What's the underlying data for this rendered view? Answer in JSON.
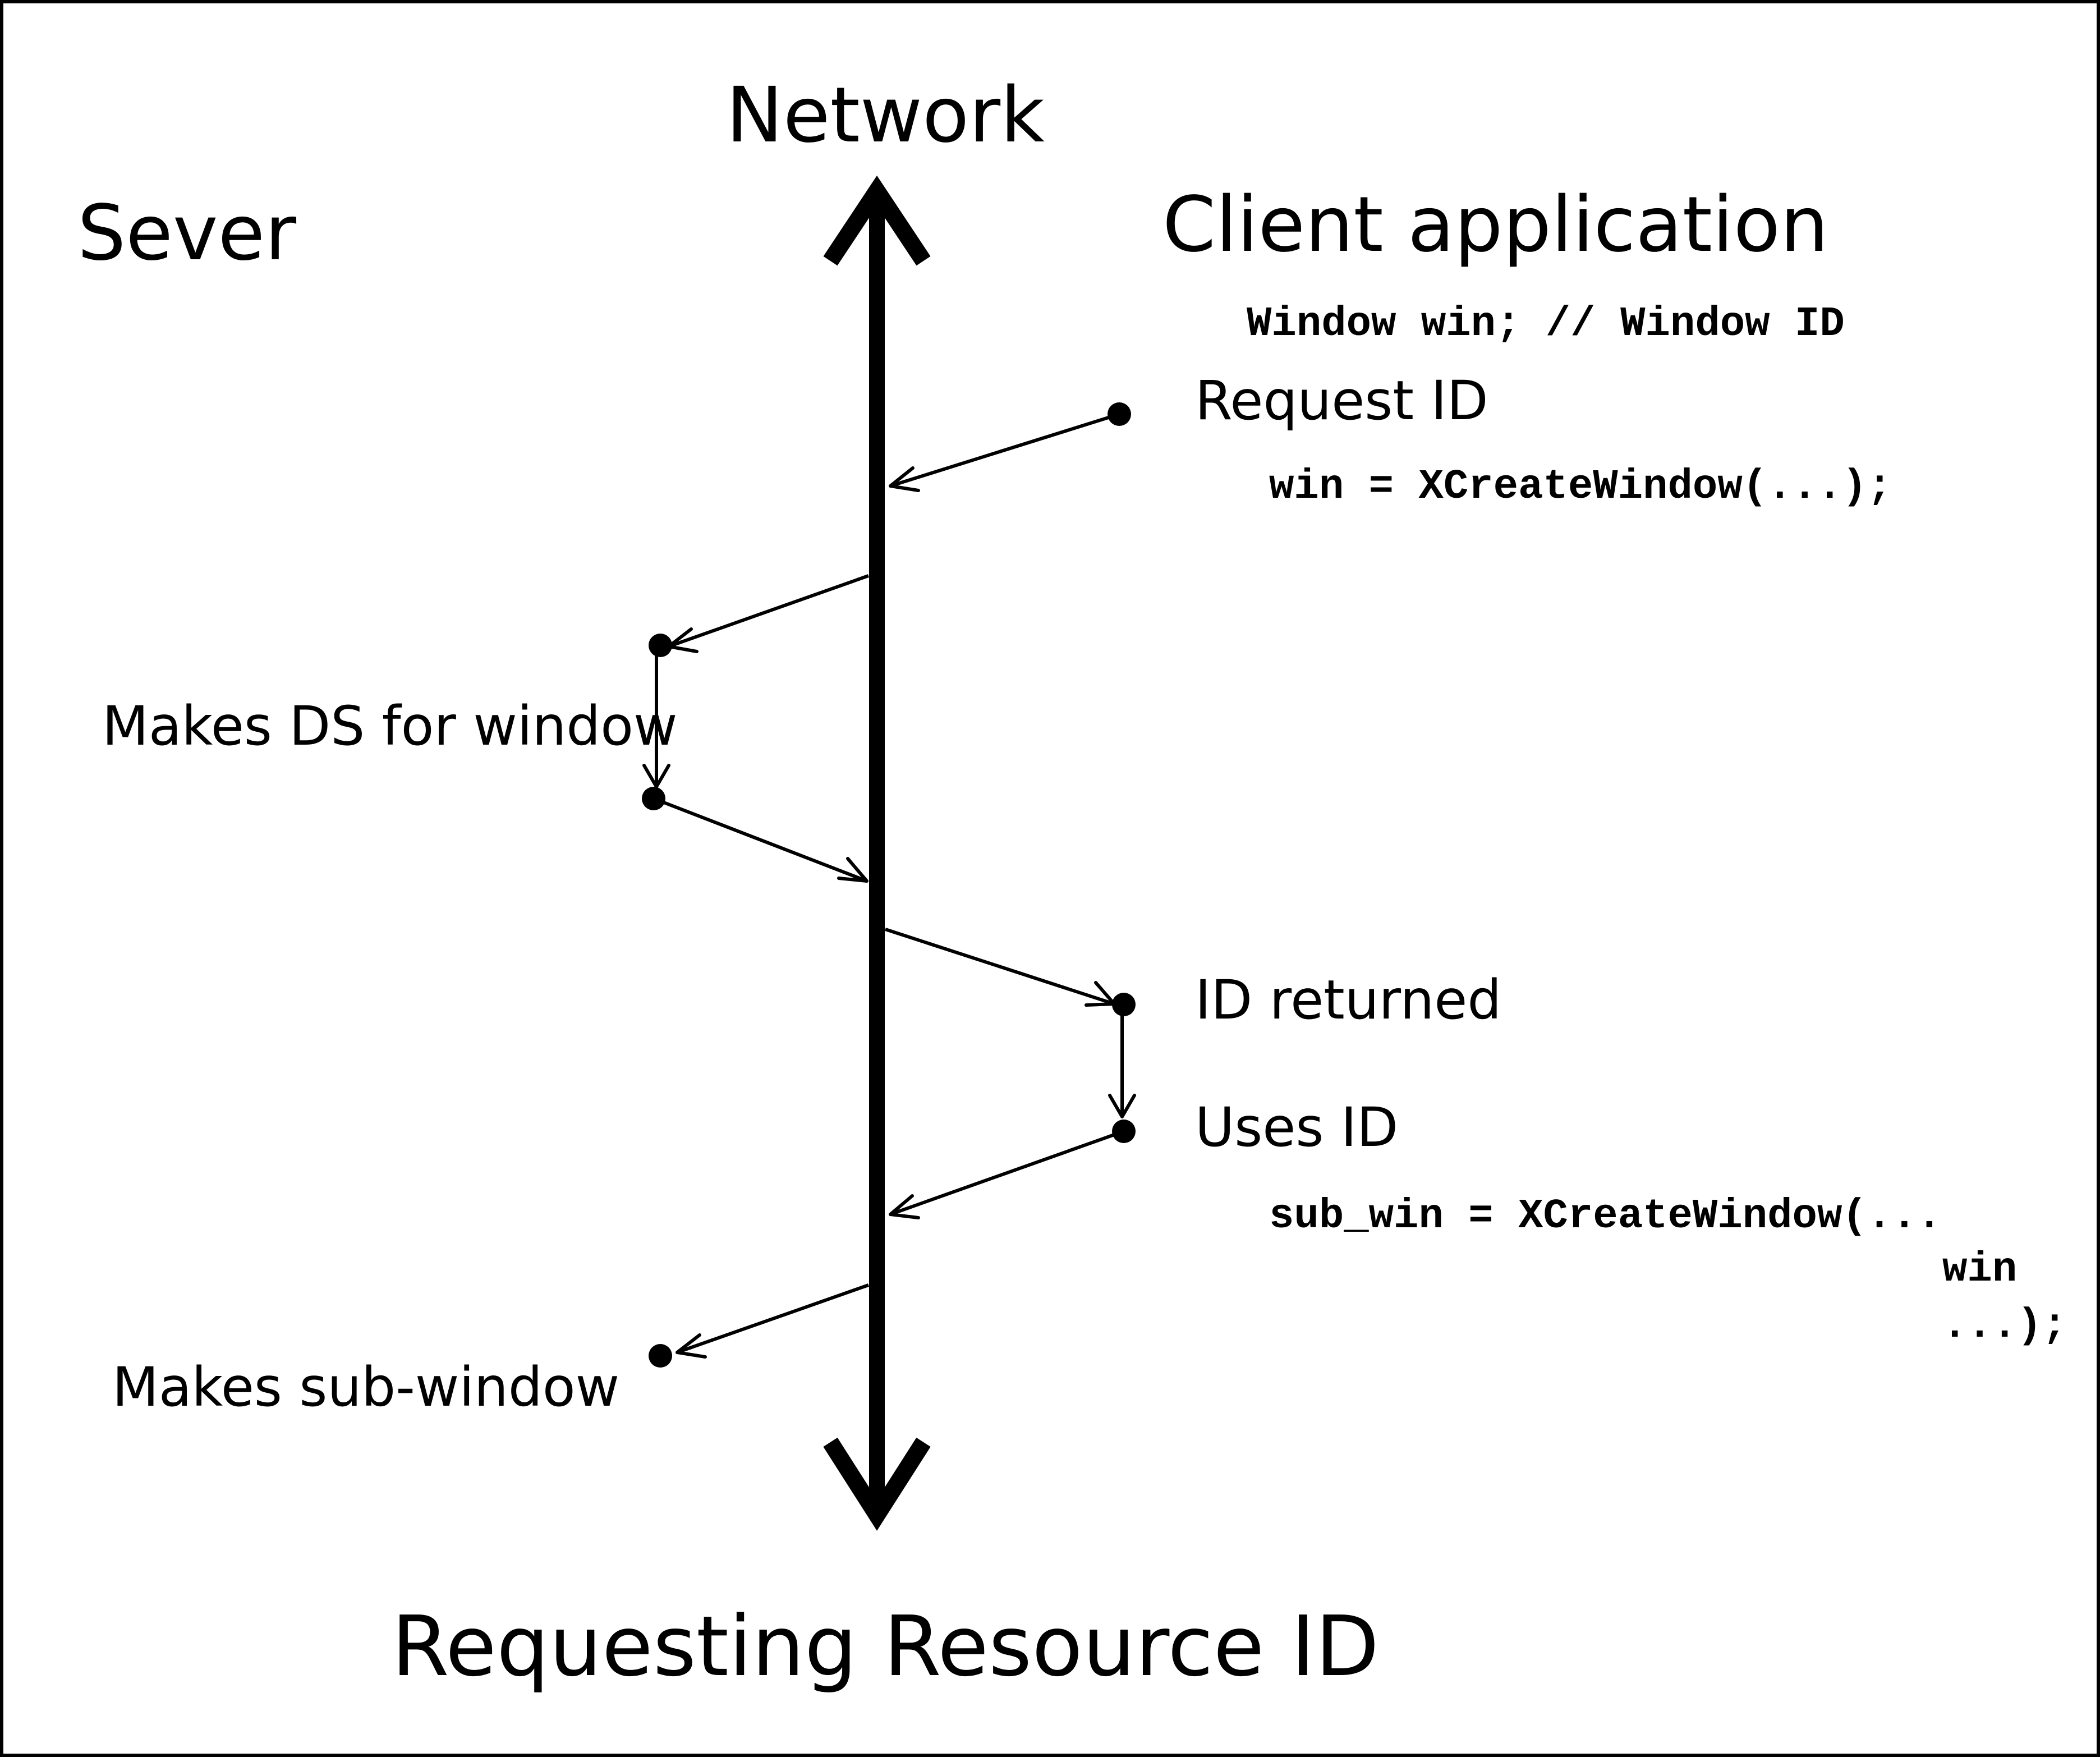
{
  "diagram": {
    "title": "Requesting Resource ID",
    "axis_label": "Network",
    "left_heading": "Sever",
    "right_heading": "Client application",
    "code_declaration": "Window win; // Window ID",
    "events": {
      "request_id": "Request ID",
      "create_call": "win = XCreateWindow(...);",
      "makes_ds": "Makes DS for window",
      "id_returned": "ID returned",
      "uses_id": "Uses ID",
      "sub_call_line1": "sub_win = XCreateWindow(...",
      "sub_call_line2": "win",
      "sub_call_line3": "...);",
      "makes_subwindow": "Makes sub-window"
    }
  }
}
